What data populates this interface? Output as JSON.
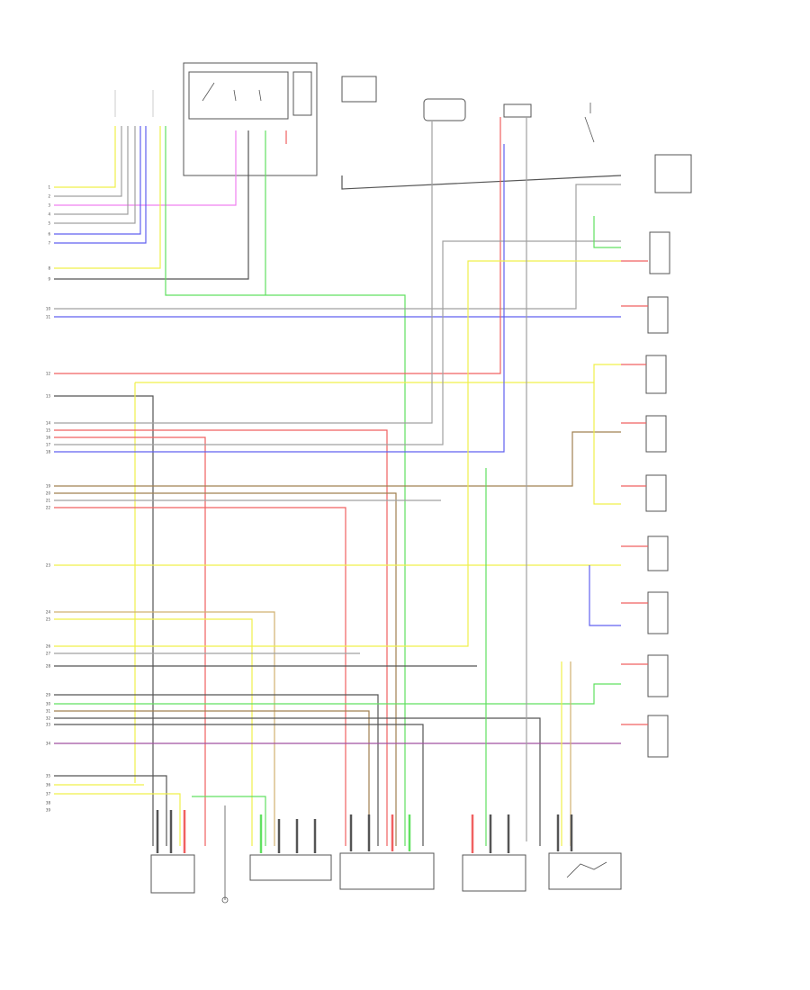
{
  "diagram": {
    "corner_id": "",
    "left_pins": [
      "1",
      "2",
      "3",
      "4",
      "5",
      "6",
      "7",
      "8",
      "9",
      "10",
      "11",
      "12",
      "13",
      "14",
      "15",
      "16",
      "17",
      "18",
      "19",
      "20",
      "21",
      "22",
      "23",
      "24",
      "25",
      "26",
      "27",
      "28",
      "29",
      "30",
      "31",
      "32",
      "33",
      "34",
      "35",
      "36",
      "37",
      "38",
      "39"
    ],
    "wire_colors": {
      "red": "#f06060",
      "yellow": "#f0f04a",
      "green": "#60e060",
      "blue": "#6060f0",
      "pink": "#f080f0",
      "gray": "#a0a0a0",
      "black": "#555555",
      "brown": "#a08050",
      "violet": "#a050a0",
      "tan": "#d0b070"
    }
  }
}
